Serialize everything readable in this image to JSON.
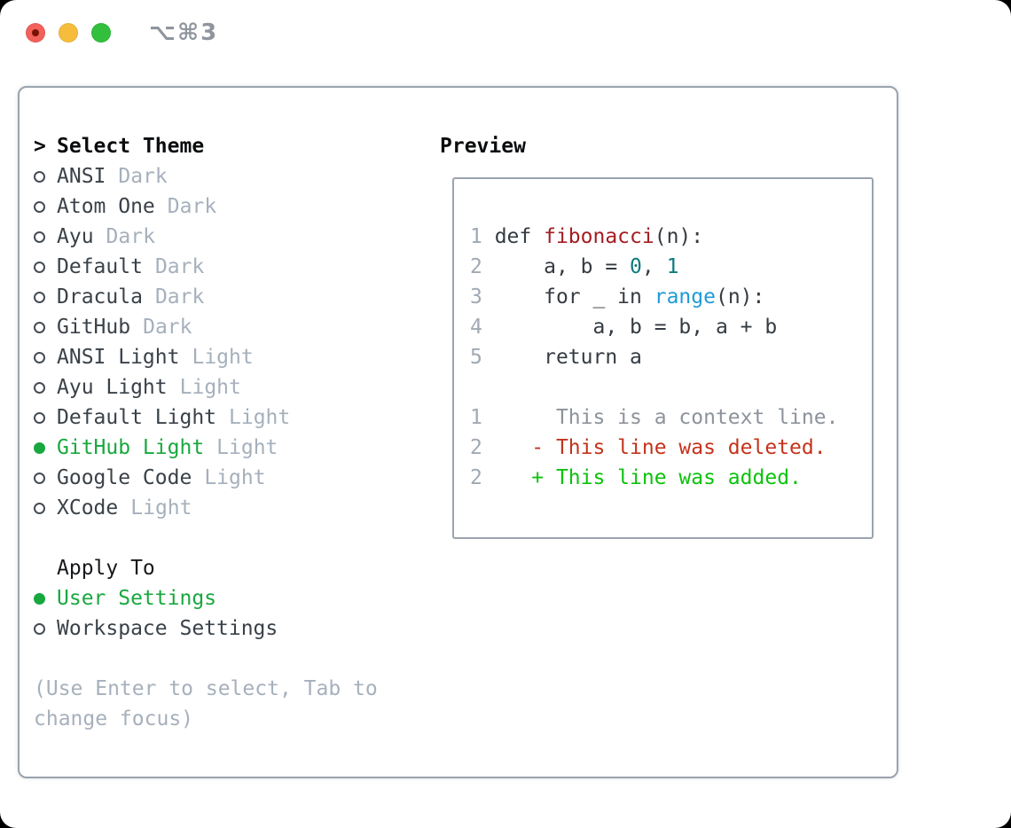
{
  "palette": {
    "accent": "#18a83e",
    "border": "#9aa3ae",
    "muted": "#a6b0bc",
    "ln": "#9fa9b4",
    "code": "#343b42",
    "func": "#a31d22",
    "number": "#0d7a7e",
    "builtin": "#1f9bd7",
    "context": "#8d939b",
    "deleted": "#c4331d",
    "added": "#0cc20c",
    "traffic_red": "#f2615a",
    "traffic_yellow": "#f6bd3d",
    "traffic_green": "#32c03c"
  },
  "titlebar": {
    "shortcut": "⌥⌘3"
  },
  "left": {
    "header": {
      "marker": ">",
      "label": "Select Theme"
    },
    "themes": [
      {
        "name": "ANSI",
        "tag": "Dark",
        "selected": false
      },
      {
        "name": "Atom One",
        "tag": "Dark",
        "selected": false
      },
      {
        "name": "Ayu",
        "tag": "Dark",
        "selected": false
      },
      {
        "name": "Default",
        "tag": "Dark",
        "selected": false
      },
      {
        "name": "Dracula",
        "tag": "Dark",
        "selected": false
      },
      {
        "name": "GitHub",
        "tag": "Dark",
        "selected": false
      },
      {
        "name": "ANSI Light",
        "tag": "Light",
        "selected": false
      },
      {
        "name": "Ayu Light",
        "tag": "Light",
        "selected": false
      },
      {
        "name": "Default Light",
        "tag": "Light",
        "selected": false
      },
      {
        "name": "GitHub Light",
        "tag": "Light",
        "selected": true
      },
      {
        "name": "Google Code",
        "tag": "Light",
        "selected": false
      },
      {
        "name": "XCode",
        "tag": "Light",
        "selected": false
      }
    ],
    "apply": {
      "label": "Apply To",
      "options": [
        {
          "name": "User Settings",
          "selected": true
        },
        {
          "name": "Workspace Settings",
          "selected": false
        }
      ]
    },
    "hint": "(Use Enter to select, Tab to\nchange focus)"
  },
  "preview": {
    "title": "Preview",
    "lines": [
      {
        "num": "1",
        "segments": [
          {
            "text": "def ",
            "color": "code"
          },
          {
            "text": "fibonacci",
            "color": "func"
          },
          {
            "text": "(n):",
            "color": "code"
          }
        ]
      },
      {
        "num": "2",
        "segments": [
          {
            "text": "    a, b = ",
            "color": "code"
          },
          {
            "text": "0",
            "color": "number"
          },
          {
            "text": ", ",
            "color": "code"
          },
          {
            "text": "1",
            "color": "number"
          }
        ]
      },
      {
        "num": "3",
        "segments": [
          {
            "text": "    for _ in ",
            "color": "code"
          },
          {
            "text": "range",
            "color": "builtin"
          },
          {
            "text": "(n):",
            "color": "code"
          }
        ]
      },
      {
        "num": "4",
        "segments": [
          {
            "text": "        a, b = b, a + b",
            "color": "code"
          }
        ]
      },
      {
        "num": "5",
        "segments": [
          {
            "text": "    return a",
            "color": "code"
          }
        ]
      },
      {
        "num": "",
        "segments": []
      },
      {
        "num": "1",
        "segments": [
          {
            "text": "     This is a context line.",
            "color": "context"
          }
        ]
      },
      {
        "num": "2",
        "segments": [
          {
            "text": "   - This line was deleted.",
            "color": "deleted"
          }
        ]
      },
      {
        "num": "2",
        "segments": [
          {
            "text": "   + This line was added.",
            "color": "added"
          }
        ]
      }
    ]
  }
}
